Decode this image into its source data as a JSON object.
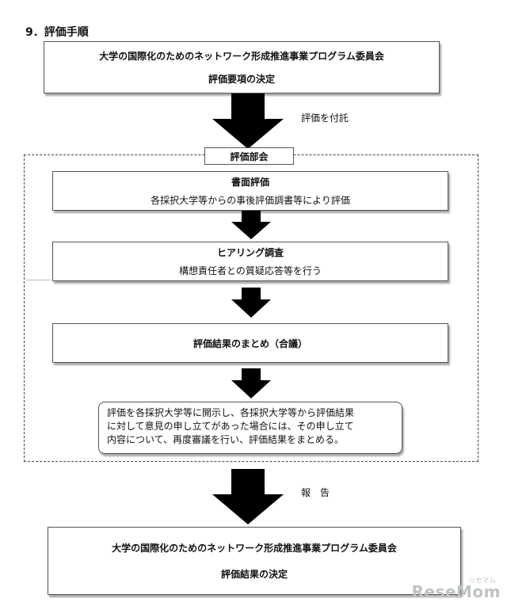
{
  "heading": "9．評価手順",
  "top_box": {
    "title": "大学の国際化のためのネットワーク形成推進事業プログラム委員会",
    "subtitle": "評価要項の決定"
  },
  "arrow1_label": "評価を付託",
  "section_label": "評価部会",
  "steps": [
    {
      "title": "書面評価",
      "detail": "各採択大学等からの事後評価調書等により評価"
    },
    {
      "title": "ヒアリング調査",
      "detail": "構想責任者との質疑応答等を行う"
    },
    {
      "title": "評価結果のまとめ（合議）"
    }
  ],
  "appeal_lines": [
    "評価を各採択大学等に開示し、各採択大学等から評価結果",
    "に対して意見の申し立てがあった場合には、その申し立て",
    "内容について、再度審議を行い、評価結果をまとめる。"
  ],
  "arrow_report_label": "報　告",
  "bottom_box": {
    "title": "大学の国際化のためのネットワーク形成推進事業プログラム委員会",
    "subtitle": "評価結果の決定"
  },
  "logo": {
    "text": "ReseMom",
    "sub": "リセマム"
  },
  "colors": {
    "arrow": "#000000",
    "border": "#555555",
    "logo": "#bfc3c6"
  }
}
